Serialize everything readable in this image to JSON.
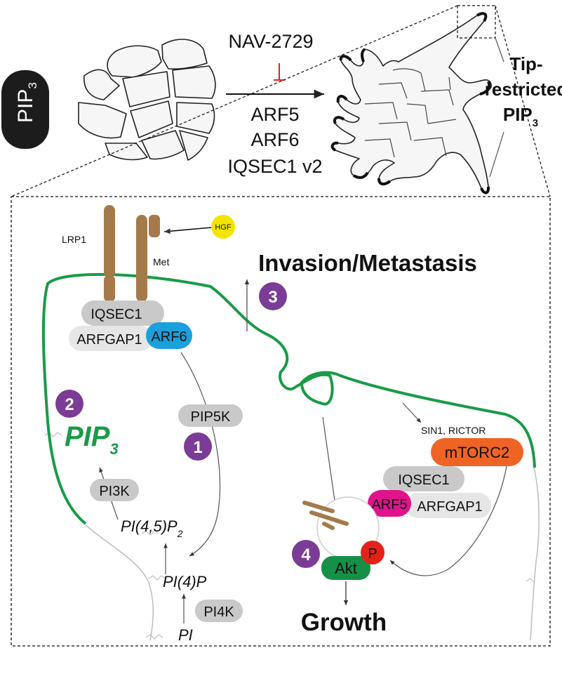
{
  "sidebar": {
    "pip3_badge": {
      "base": "PIP",
      "sub": "3"
    }
  },
  "top": {
    "inhibitor": "NAV-2729",
    "activators": [
      "ARF5",
      "ARF6",
      "IQSEC1 v2"
    ],
    "tip_label": {
      "line1": "Tip-",
      "line2": "restricted",
      "line3_base": "PIP",
      "line3_sub": "3"
    }
  },
  "inset": {
    "receptors": {
      "lrp1": "LRP1",
      "met": "Met",
      "hgf": "HGF"
    },
    "invasion": "Invasion/Metastasis",
    "steps": [
      "1",
      "2",
      "3",
      "4"
    ],
    "left_complex": {
      "iqsec1": "IQSEC1",
      "arfgap1": "ARFGAP1",
      "arf6": "ARF6"
    },
    "pip3_label": {
      "base": "PIP",
      "sub": "3"
    },
    "kinases": {
      "pip5k": "PIP5K",
      "pi3k": "PI3K",
      "pi4k": "PI4K"
    },
    "lipids": {
      "pi45p2": {
        "base": "PI(4,5)P",
        "sub": "2"
      },
      "pi4p": "PI(4)P",
      "pi": "PI"
    },
    "right_complex": {
      "sin1_rictor": "SIN1, RICTOR",
      "mtorc2": "mTORC2",
      "iqsec1": "IQSEC1",
      "arf5": "ARF5",
      "arfgap1": "ARFGAP1",
      "akt": "Akt",
      "p": "P"
    },
    "growth": "Growth"
  },
  "colors": {
    "membrane_green": "#1a9a48",
    "receptor_brown": "#a47a4a",
    "hgf_yellow": "#f5e400",
    "step_purple": "#7a3c96",
    "arf6_blue": "#1aa0dc",
    "arf5_magenta": "#e0138c",
    "mtorc2_orange": "#ef6424",
    "akt_green": "#159046",
    "p_red": "#e2231a",
    "gray_pill": "#c9c9c9",
    "light_pill": "#e6e6e6",
    "badge_black": "#1c1c1c"
  }
}
